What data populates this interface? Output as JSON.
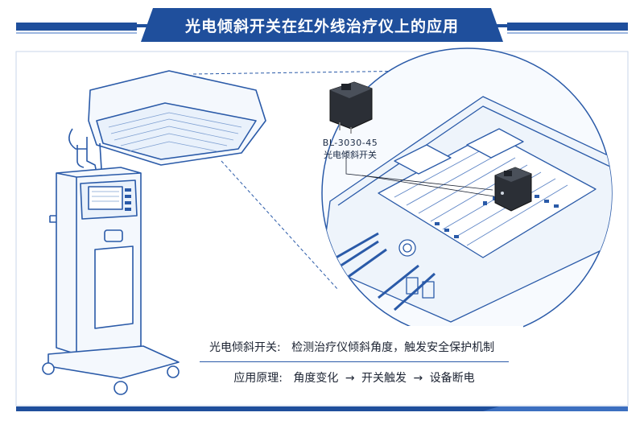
{
  "title": "光电倾斜开关在红外线治疗仪上的应用",
  "product": {
    "model": "BL-3030-45",
    "name": "光电倾斜开关"
  },
  "info": {
    "line1_label": "光电倾斜开关:",
    "line1_text": "检测治疗仪倾斜角度，触发安全保护机制",
    "line2_label": "应用原理:",
    "line2_step1": "角度变化",
    "line2_step2": "开关触发",
    "line2_step3": "设备断电",
    "arrow": "→"
  },
  "colors": {
    "brand_blue": "#1f4f9c",
    "line_blue": "#2a5aa8",
    "light_blue": "#e9f1fb",
    "sensor_dark": "#2b2f36"
  }
}
